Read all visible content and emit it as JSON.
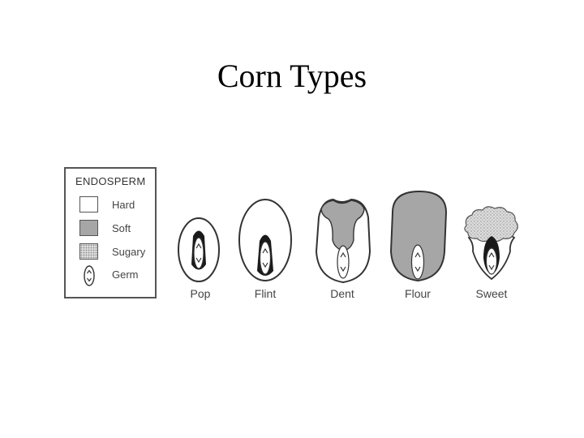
{
  "title": "Corn Types",
  "legend": {
    "heading": "ENDOSPERM",
    "items": [
      {
        "label": "Hard",
        "swatch": "hard"
      },
      {
        "label": "Soft",
        "swatch": "soft"
      },
      {
        "label": "Sugary",
        "swatch": "sugary"
      },
      {
        "label": "Germ",
        "swatch": "germ"
      }
    ]
  },
  "kernels": [
    {
      "label": "Pop"
    },
    {
      "label": "Flint"
    },
    {
      "label": "Dent"
    },
    {
      "label": "Flour"
    },
    {
      "label": "Sweet"
    }
  ],
  "colors": {
    "hard": "#ffffff",
    "soft": "#a6a6a6",
    "sugary": "#dedede",
    "outline": "#333333"
  }
}
